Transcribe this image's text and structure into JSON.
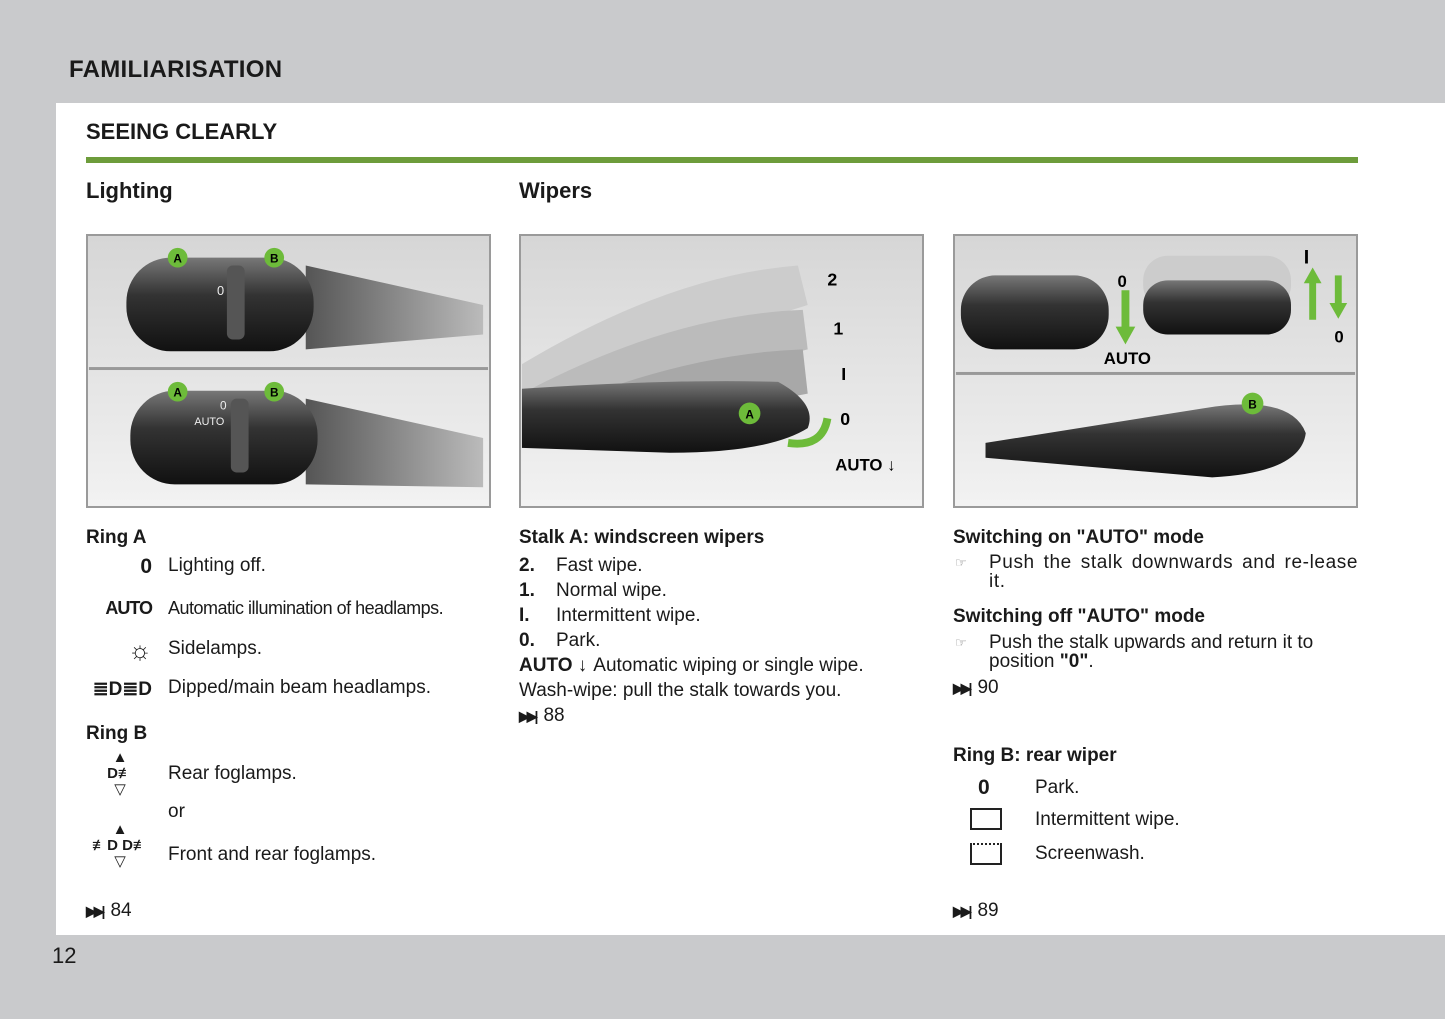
{
  "header": {
    "title": "FAMILIARISATION"
  },
  "page_number": "12",
  "section": {
    "title": "SEEING CLEARLY"
  },
  "colors": {
    "accent": "#6d9c3b",
    "background": "#c9cacc"
  },
  "lighting": {
    "title": "Lighting",
    "figure_labels": {
      "a": "A",
      "b": "B",
      "zero": "0",
      "auto": "AUTO"
    },
    "ring_a": {
      "title": "Ring A",
      "items": [
        {
          "icon": "0",
          "icon_name": "zero-icon",
          "label": "Lighting off."
        },
        {
          "icon": "AUTO",
          "icon_name": "auto-icon",
          "label": "Automatic illumination of headlamps."
        },
        {
          "icon": "☼",
          "icon_name": "sidelamp-icon",
          "label": "Sidelamps."
        },
        {
          "icon": "≣D≣D",
          "icon_name": "headlamp-icon",
          "label": "Dipped/main beam headlamps."
        }
      ]
    },
    "ring_b": {
      "title": "Ring B",
      "items": [
        {
          "icon": "D≢",
          "icon_name": "rear-foglamp-icon",
          "label": "Rear foglamps."
        },
        {
          "label": "or"
        },
        {
          "icon": "≢D D≢",
          "icon_name": "front-rear-foglamp-icon",
          "label": "Front and rear foglamps."
        }
      ]
    },
    "ref": "84"
  },
  "wipers": {
    "title": "Wipers",
    "figure_labels": {
      "p2": "2",
      "p1": "1",
      "pI": "I",
      "p0": "0",
      "auto": "AUTO ↓",
      "a": "A"
    },
    "stalk_a": {
      "title": "Stalk A: windscreen wipers",
      "items": [
        {
          "key": "2.",
          "label": "Fast wipe."
        },
        {
          "key": "1.",
          "label": "Normal wipe."
        },
        {
          "key": "I.",
          "label": "Intermittent wipe."
        },
        {
          "key": "0.",
          "label": "Park."
        },
        {
          "key": "AUTO ↓",
          "label": "Automatic wiping or single wipe."
        }
      ],
      "wash": "Wash-wipe: pull the stalk towards you.",
      "ref": "88"
    },
    "auto_on": {
      "title": "Switching on \"AUTO\" mode",
      "text": "Push the stalk downwards and re-lease it."
    },
    "auto_off": {
      "title": "Switching off \"AUTO\" mode",
      "text": "Push the stalk upwards and return it to position",
      "text_bold": "\"0\"",
      "text_end": "."
    },
    "ref_auto": "90",
    "figure2_labels": {
      "zero": "0",
      "auto": "AUTO",
      "one": "I",
      "b": "B"
    },
    "ring_b": {
      "title": "Ring B: rear wiper",
      "items": [
        {
          "icon": "0",
          "label": "Park."
        },
        {
          "icon": "⍂",
          "label": "Intermittent wipe."
        },
        {
          "icon": "⍂",
          "label": "Screenwash."
        }
      ]
    },
    "ref_rear": "89"
  }
}
